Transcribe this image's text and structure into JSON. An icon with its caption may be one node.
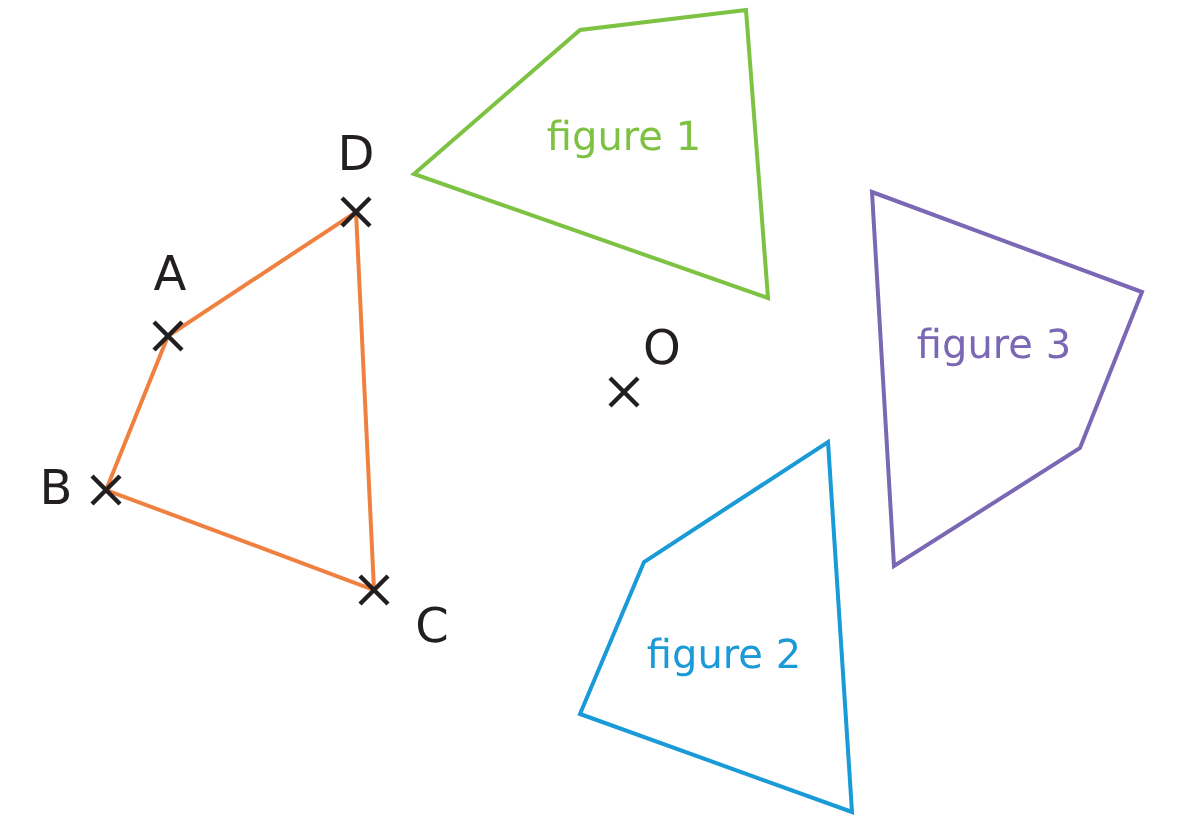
{
  "diagram": {
    "nodes": [
      {
        "text": [],
        "shape": "quadrilateral"
      },
      {
        "text": [
          "figure 1"
        ]
      },
      {
        "text": [
          "figure 3"
        ]
      },
      {
        "text": [
          "figure 2"
        ]
      }
    ],
    "labels": [
      "D",
      "A",
      "O",
      "B",
      "C"
    ]
  }
}
